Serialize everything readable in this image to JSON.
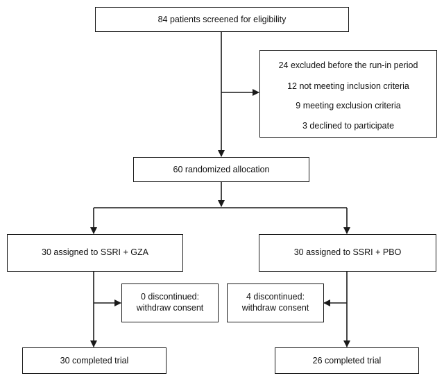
{
  "screened": {
    "label": "84 patients screened for eligibility"
  },
  "excluded": {
    "title": "24 excluded before the run-in period",
    "reasons": [
      "12 not meeting inclusion criteria",
      "9 meeting exclusion criteria",
      "3 declined to participate"
    ]
  },
  "randomized": {
    "label": "60  randomized allocation"
  },
  "arms": [
    {
      "assigned": "30 assigned to  SSRI + GZA",
      "discontinued": [
        "0 discontinued:",
        "withdraw consent"
      ],
      "completed": "30 completed trial"
    },
    {
      "assigned": "30 assigned to SSRI + PBO",
      "discontinued": [
        "4 discontinued:",
        "withdraw consent"
      ],
      "completed": "26 completed trial"
    }
  ]
}
